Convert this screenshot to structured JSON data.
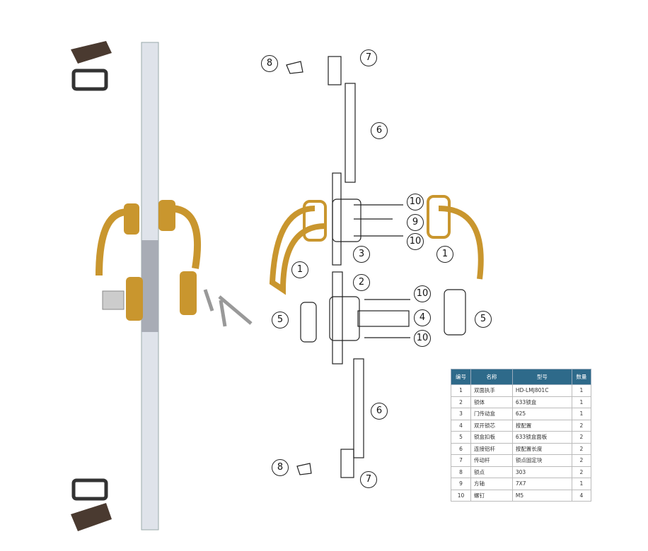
{
  "callouts": [
    {
      "id": "7a",
      "label": "7"
    },
    {
      "id": "8a",
      "label": "8"
    },
    {
      "id": "6a",
      "label": "6"
    },
    {
      "id": "10a",
      "label": "10"
    },
    {
      "id": "9",
      "label": "9"
    },
    {
      "id": "10b",
      "label": "10"
    },
    {
      "id": "3",
      "label": "3"
    },
    {
      "id": "1a",
      "label": "1"
    },
    {
      "id": "1b",
      "label": "1"
    },
    {
      "id": "2",
      "label": "2"
    },
    {
      "id": "10c",
      "label": "10"
    },
    {
      "id": "4",
      "label": "4"
    },
    {
      "id": "5a",
      "label": "5"
    },
    {
      "id": "5b",
      "label": "5"
    },
    {
      "id": "10d",
      "label": "10"
    },
    {
      "id": "6b",
      "label": "6"
    },
    {
      "id": "8b",
      "label": "8"
    },
    {
      "id": "7b",
      "label": "7"
    }
  ],
  "table": {
    "headers": [
      "编号",
      "名称",
      "型号",
      "数量"
    ],
    "rows": [
      [
        "1",
        "双面执手",
        "HD-LMJ801C",
        "1"
      ],
      [
        "2",
        "锁体",
        "633锁盒",
        "1"
      ],
      [
        "3",
        "门传动盒",
        "625",
        "1"
      ],
      [
        "4",
        "双开锁芯",
        "按配置",
        "2"
      ],
      [
        "5",
        "锁盒扣板",
        "633锁盒面板",
        "2"
      ],
      [
        "6",
        "连接铝杆",
        "按配置长度",
        "2"
      ],
      [
        "7",
        "传动杆",
        "锁点固定块",
        "2"
      ],
      [
        "8",
        "锁点",
        "303",
        "2"
      ],
      [
        "9",
        "方轴",
        "7X7",
        "1"
      ],
      [
        "10",
        "螺钉",
        "M5",
        "4"
      ]
    ]
  },
  "colors": {
    "gold": "#c9962e",
    "brown": "#4a3a30",
    "header": "#2e6a8a"
  }
}
